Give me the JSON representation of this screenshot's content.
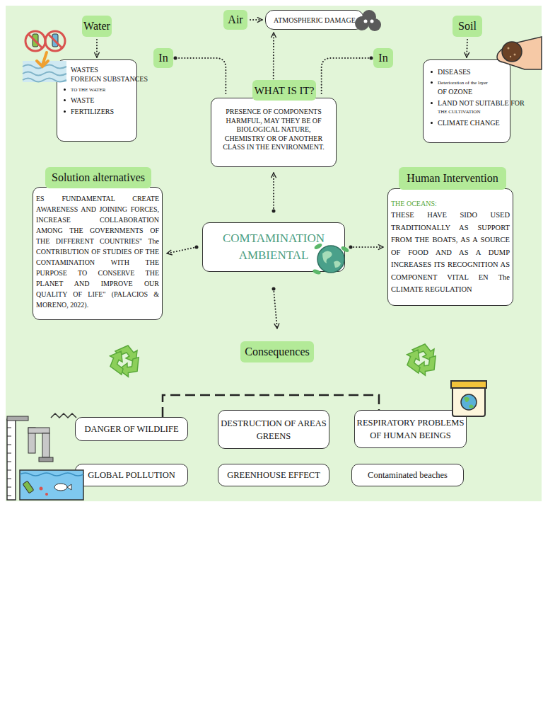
{
  "diagram": {
    "nodes": [
      {
        "text": [
          "Water"
        ]
      },
      {
        "text": [
          "Air"
        ]
      },
      {
        "text": [
          "ATMOSPHERIC DAMAGE"
        ]
      },
      {
        "text": [
          "Soil"
        ]
      },
      {
        "text": [
          "In"
        ]
      },
      {
        "text": [
          "In"
        ]
      },
      {
        "text": [
          "WASTES",
          "FOREIGN SUBSTANCES",
          "TO THE WATER",
          "WASTE",
          "FERTILIZERS"
        ]
      },
      {
        "text": [
          "DISEASES",
          "Deterioration of the layer",
          "OF OZONE",
          "LAND NOT SUITABLE FOR",
          "THE CULTIVATION",
          "CLIMATE CHANGE"
        ]
      },
      {
        "text": [
          "WHAT IS IT?"
        ]
      },
      {
        "text": [
          "PRESENCE OF COMPONENTS HARMFUL, MAY THEY BE OF BIOLOGICAL NATURE, CHEMISTRY OR OF ANOTHER CLASS IN THE ENVIRONMENT."
        ]
      },
      {
        "text": [
          "Solution alternatives"
        ]
      },
      {
        "text": [
          "Human Intervention"
        ]
      },
      {
        "text": [
          "ES FUNDAMENTAL CREATE AWARENESS AND JOINING FORCES, INCREASE COLLABORATION AMONG THE GOVERNMENTS OF THE DIFFERENT COUNTRIES\" The CONTRIBUTION OF STUDIES OF THE CONTAMINATION WITH THE PURPOSE TO CONSERVE THE PLANET AND IMPROVE OUR QUALITY OF LIFE\" (PALACIOS & MORENO, 2022)."
        ]
      },
      {
        "text": [
          "THE OCEANS:",
          "THESE HAVE SIDO USED TRADITIONALLY AS SUPPORT FROM THE BOATS, AS A SOURCE OF FOOD AND AS A DUMP INCREASES ITS RECOGNITION AS COMPONENT VITAL EN The CLIMATE REGULATION"
        ]
      },
      {
        "text": [
          "COMTAMINATION AMBIENTAL"
        ]
      },
      {
        "text": [
          "Consequences"
        ]
      },
      {
        "text": [
          "DANGER OF WILDLIFE"
        ]
      },
      {
        "text": [
          "DESTRUCTION OF AREAS GREENS"
        ]
      },
      {
        "text": [
          "RESPIRATORY PROBLEMS OF HUMAN BEINGS"
        ]
      },
      {
        "text": [
          "GLOBAL POLLUTION"
        ]
      },
      {
        "text": [
          "GREENHOUSE EFFECT"
        ]
      },
      {
        "text": [
          "Contaminated beaches"
        ]
      }
    ],
    "edges": [
      {
        "from": 14,
        "to": 9,
        "arrow": "to"
      },
      {
        "from": 8,
        "to": 2,
        "arrow": "to"
      },
      {
        "from": 1,
        "to": 2,
        "arrow": "to"
      },
      {
        "from": 9,
        "to": 4,
        "arrow": "none"
      },
      {
        "from": 9,
        "to": 5,
        "arrow": "none"
      },
      {
        "from": 0,
        "to": 6,
        "arrow": "to"
      },
      {
        "from": 3,
        "to": 7,
        "arrow": "to"
      },
      {
        "from": 14,
        "to": 12,
        "arrow": "to"
      },
      {
        "from": 14,
        "to": 13,
        "arrow": "to"
      },
      {
        "from": 14,
        "to": 15,
        "arrow": "to"
      },
      {
        "from": 16,
        "to": 18,
        "arrow": "none"
      }
    ]
  }
}
